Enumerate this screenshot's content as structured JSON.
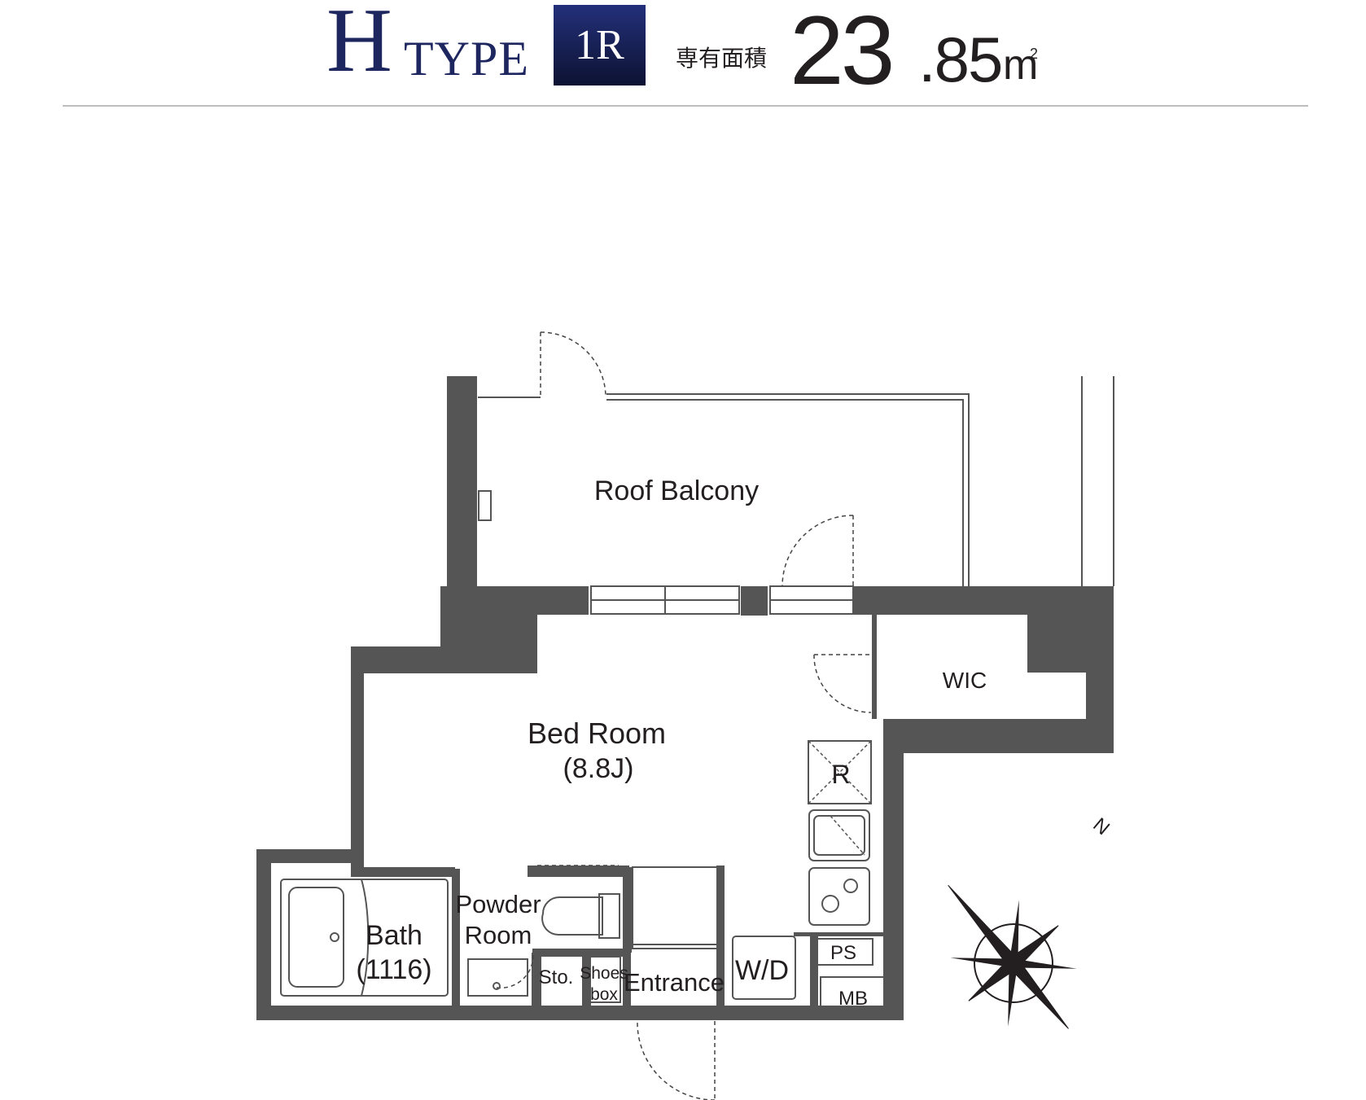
{
  "header": {
    "type_letter": "H",
    "type_word": "TYPE",
    "layout_badge": "1R",
    "area_label": "専有面積",
    "area_integer": "23",
    "area_decimal": ".85",
    "area_unit": "m",
    "area_unit_sup": "2"
  },
  "rooms": {
    "roof_balcony": "Roof Balcony",
    "bed_room": "Bed Room",
    "bed_room_size": "(8.8J)",
    "wic": "WIC",
    "refrigerator": "R",
    "bath": "Bath",
    "bath_size": "(1116)",
    "powder_room_line1": "Powder",
    "powder_room_line2": "Room",
    "storage": "Sto.",
    "shoes_box_line1": "Shoes",
    "shoes_box_line2": "box",
    "entrance": "Entrance",
    "washer_dryer": "W/D",
    "pipe_space": "PS",
    "meter_box": "MB"
  },
  "compass": {
    "north_label": "N"
  },
  "colors": {
    "wall": "#555555",
    "navy": "#1e2660",
    "text": "#231f20"
  }
}
